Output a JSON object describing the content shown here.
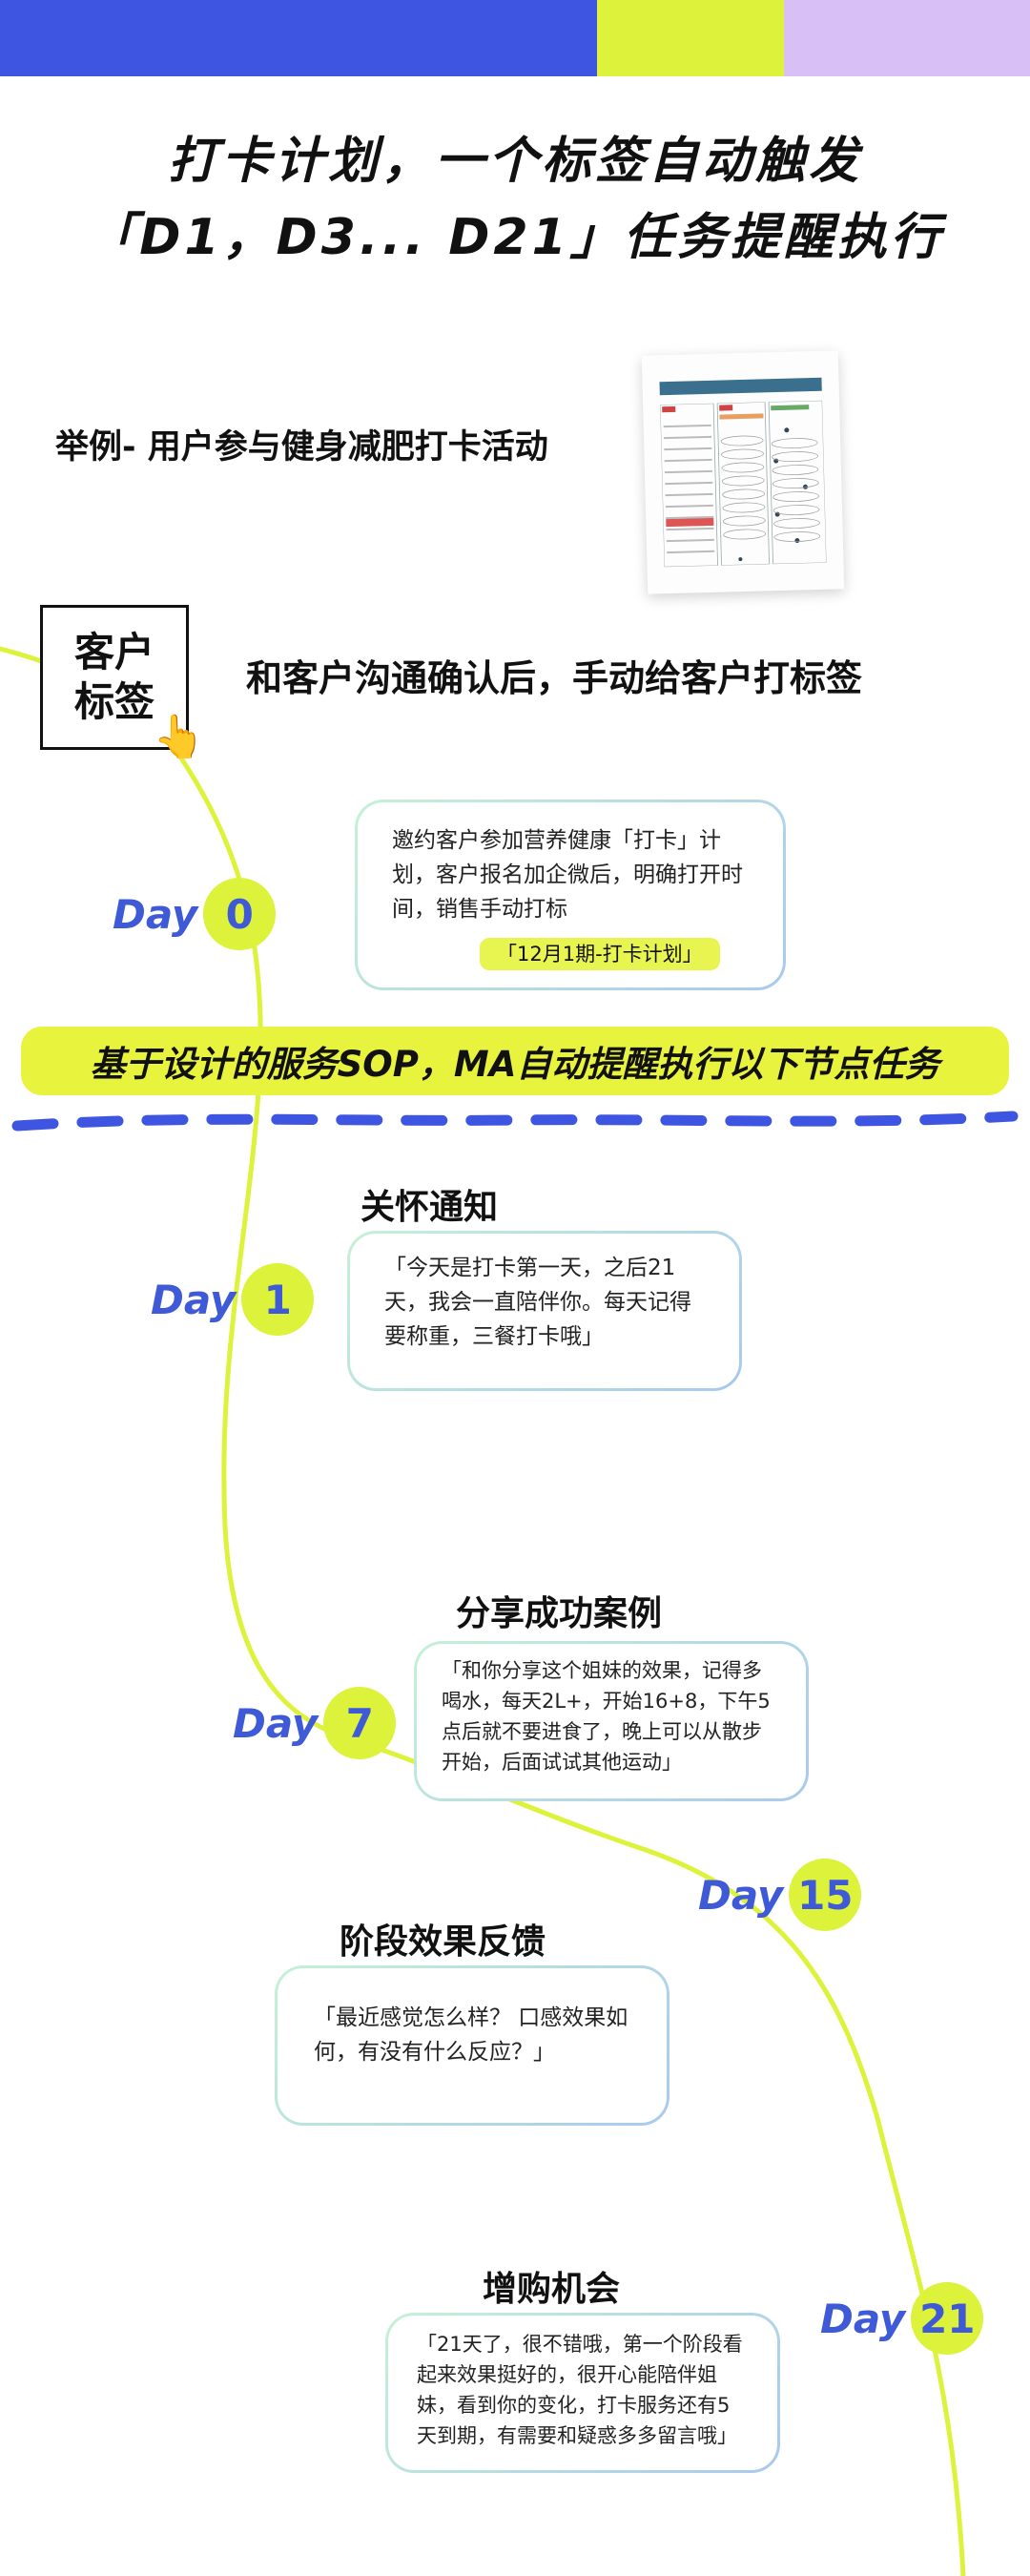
{
  "colors": {
    "blue": "#3d55e0",
    "lime": "#ddf23a",
    "lilac": "#d8bff5",
    "day_text": "#3f5ad6"
  },
  "title": {
    "line1": "打卡计划，一个标签自动触发",
    "line2": "「D1，D3... D21」任务提醒执行"
  },
  "example": "举例- 用户参与健身减肥打卡活动",
  "customer_tag": {
    "line1": "客户",
    "line2": "标签",
    "icon": "pointing-hand-icon",
    "note": "和客户沟通确认后，手动给客户打标签"
  },
  "day0": {
    "day_word": "Day",
    "day_num": "0",
    "text": "邀约客户参加营养健康「打卡」计划，客户报名加企微后，明确打开时间，销售手动打标",
    "tag": "「12月1期-打卡计划」"
  },
  "banner": "基于设计的服务SOP，MA自动提醒执行以下节点任务",
  "nodes": [
    {
      "title": "关怀通知",
      "day_word": "Day",
      "day_num": "1",
      "text": "「今天是打卡第一天，之后21天，我会一直陪伴你。每天记得要称重，三餐打卡哦」"
    },
    {
      "title": "分享成功案例",
      "day_word": "Day",
      "day_num": "7",
      "text": "「和你分享这个姐妹的效果，记得多喝水，每天2L+，开始16+8，下午5点后就不要进食了，晚上可以从散步开始，后面试试其他运动」"
    },
    {
      "title": "阶段效果反馈",
      "day_word": "Day",
      "day_num": "15",
      "text": "「最近感觉怎么样？ 口感效果如何，有没有什么反应？」"
    },
    {
      "title": "增购机会",
      "day_word": "Day",
      "day_num": "21",
      "text": "「21天了，很不错哦，第一个阶段看起来效果挺好的，很开心能陪伴姐妹，看到你的变化，打卡服务还有5天到期，有需要和疑惑多多留言哦」"
    }
  ]
}
